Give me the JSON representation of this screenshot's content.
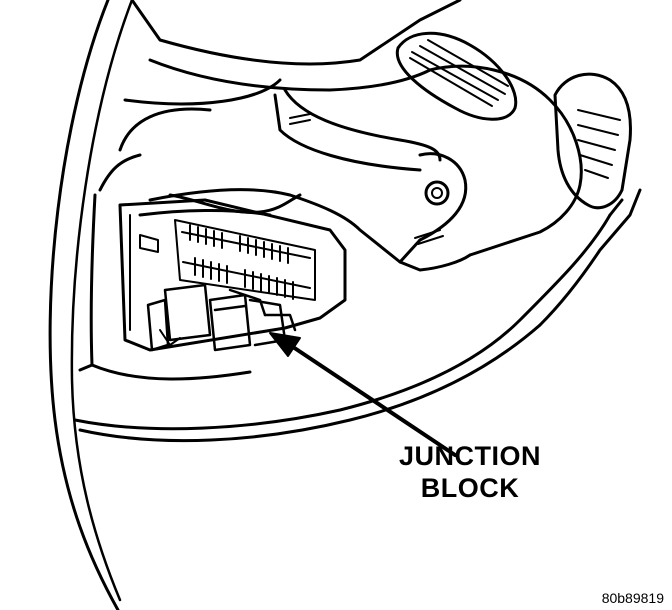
{
  "callout": {
    "line1": "JUNCTION",
    "line2": "BLOCK"
  },
  "figure_id": "80b89819",
  "colors": {
    "ink": "#000000",
    "paper": "#ffffff"
  }
}
